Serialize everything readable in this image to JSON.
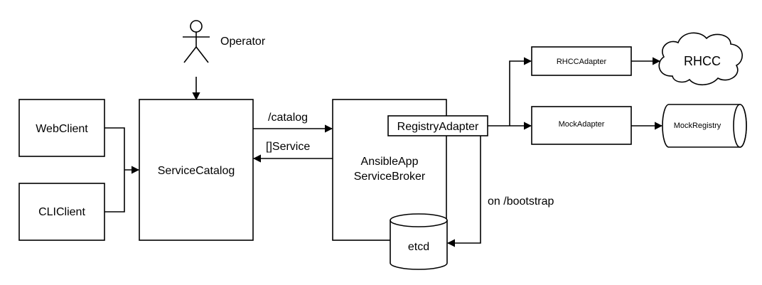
{
  "nodes": {
    "operator": "Operator",
    "web_client": "WebClient",
    "cli_client": "CLIClient",
    "service_catalog": "ServiceCatalog",
    "broker_line1": "AnsibleApp",
    "broker_line2": "ServiceBroker",
    "registry_adapter": "RegistryAdapter",
    "etcd": "etcd",
    "rhcc_adapter": "RHCCAdapter",
    "mock_adapter": "MockAdapter",
    "rhcc": "RHCC",
    "mock_registry": "MockRegistry"
  },
  "edges": {
    "catalog": "/catalog",
    "service": "[]Service",
    "bootstrap": "on /bootstrap"
  }
}
